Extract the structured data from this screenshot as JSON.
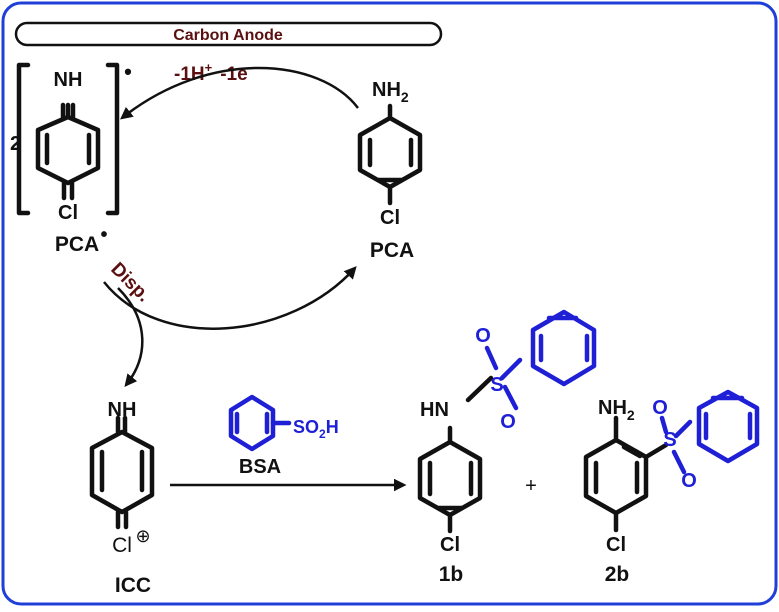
{
  "scheme": {
    "electrode_label": "Carbon Anode",
    "oxidation": {
      "prefix": "-1H",
      "proton_charge": "+",
      "electron": "-1e",
      "electron_charge": "-"
    },
    "disp_label": "Disp.",
    "radical": {
      "coefficient": "2",
      "imine": "NH",
      "chlorine": "Cl",
      "radical_dot": "•",
      "name": "PCA",
      "name_dot": "•"
    },
    "pca": {
      "amine_N": "NH",
      "amine_sub": "2",
      "chlorine": "Cl",
      "name": "PCA"
    },
    "icc": {
      "imine": "NH",
      "chlorine": "Cl",
      "charge": "⊕",
      "name": "ICC"
    },
    "reagent": {
      "group": "SO",
      "sub": "2",
      "tail": "H",
      "name": "BSA"
    },
    "product_1b": {
      "amine": "HN",
      "sulfur": "S",
      "oxygen_1": "O",
      "oxygen_2": "O",
      "chlorine": "Cl",
      "name": "1b"
    },
    "plus": "+",
    "product_2b": {
      "amine_N": "NH",
      "amine_sub": "2",
      "sulfur": "S",
      "oxygen_1": "O",
      "oxygen_2": "O",
      "chlorine": "Cl",
      "name": "2b"
    }
  }
}
